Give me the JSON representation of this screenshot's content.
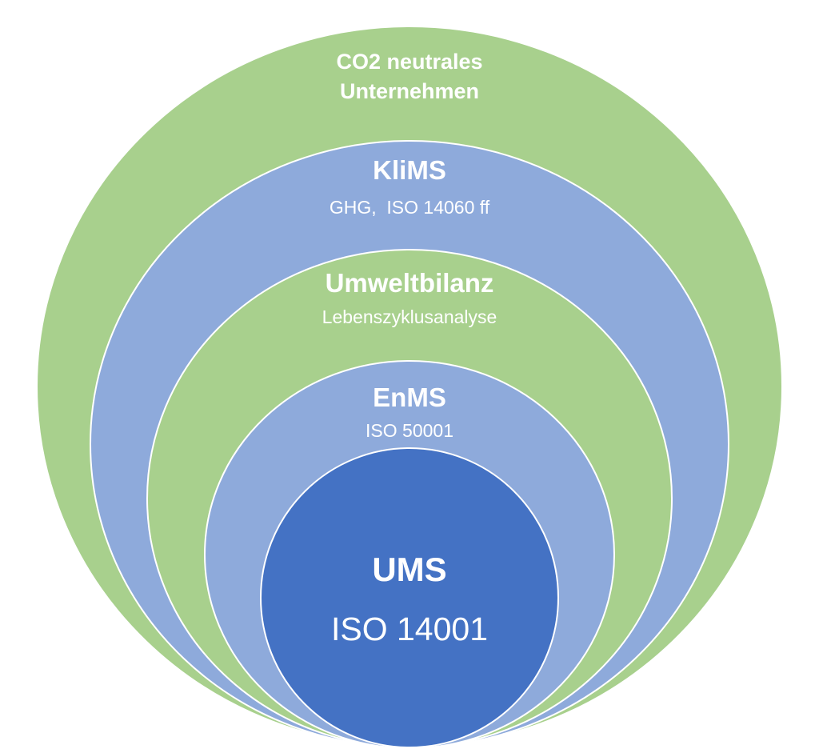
{
  "layers": [
    {
      "id": "co2",
      "title_line1": "CO2 neutrales",
      "title_line2": "Unternehmen",
      "fill": "#a8d08d"
    },
    {
      "id": "klims",
      "title": "KliMS",
      "subtitle": "GHG,  ISO 14060 ff",
      "fill": "#8eaadb"
    },
    {
      "id": "umweltbilanz",
      "title": "Umweltbilanz",
      "subtitle": "Lebenszyklusanalyse",
      "fill": "#a8d08d"
    },
    {
      "id": "enms",
      "title": "EnMS",
      "subtitle": "ISO 50001",
      "fill": "#8eaadb"
    },
    {
      "id": "ums",
      "title": "UMS",
      "subtitle": "ISO 14001",
      "fill": "#4472c4"
    }
  ],
  "outline_color": "#ffffff"
}
